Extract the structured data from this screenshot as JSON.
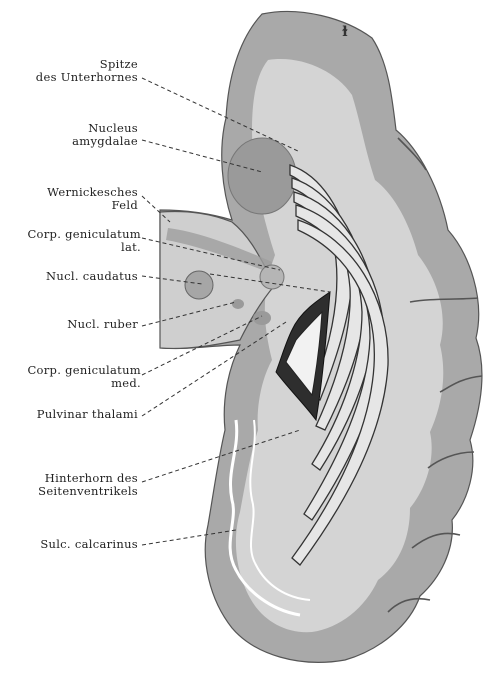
{
  "stamp": "ɫ",
  "labels": {
    "spitze": {
      "line1": "Spitze",
      "line2": "des Unterhornes"
    },
    "nucleus_amygdalae": {
      "line1": "Nucleus",
      "line2": "amygdalae"
    },
    "wernicke": {
      "line1": "Wernickesches",
      "line2": "Feld"
    },
    "corp_gen_lat": {
      "line1": "Corp. geniculatum",
      "line2": "lat."
    },
    "nucl_caudatus": {
      "line1": "Nucl. caudatus"
    },
    "nucl_ruber": {
      "line1": "Nucl. ruber"
    },
    "corp_gen_med": {
      "line1": "Corp. geniculatum",
      "line2": "med."
    },
    "pulvinar": {
      "line1": "Pulvinar thalami"
    },
    "hinterhorn": {
      "line1": "Hinterhorn des",
      "line2": "Seitenventrikels"
    },
    "sulc_calcarinus": {
      "line1": "Sulc. calcarinus"
    }
  },
  "colors": {
    "cortex": "#a9a9a9",
    "white_matter": "#d4d4d4",
    "light_fill": "#e6e6e6",
    "dark_structure": "#4a4a4a",
    "leader": "#333333"
  }
}
